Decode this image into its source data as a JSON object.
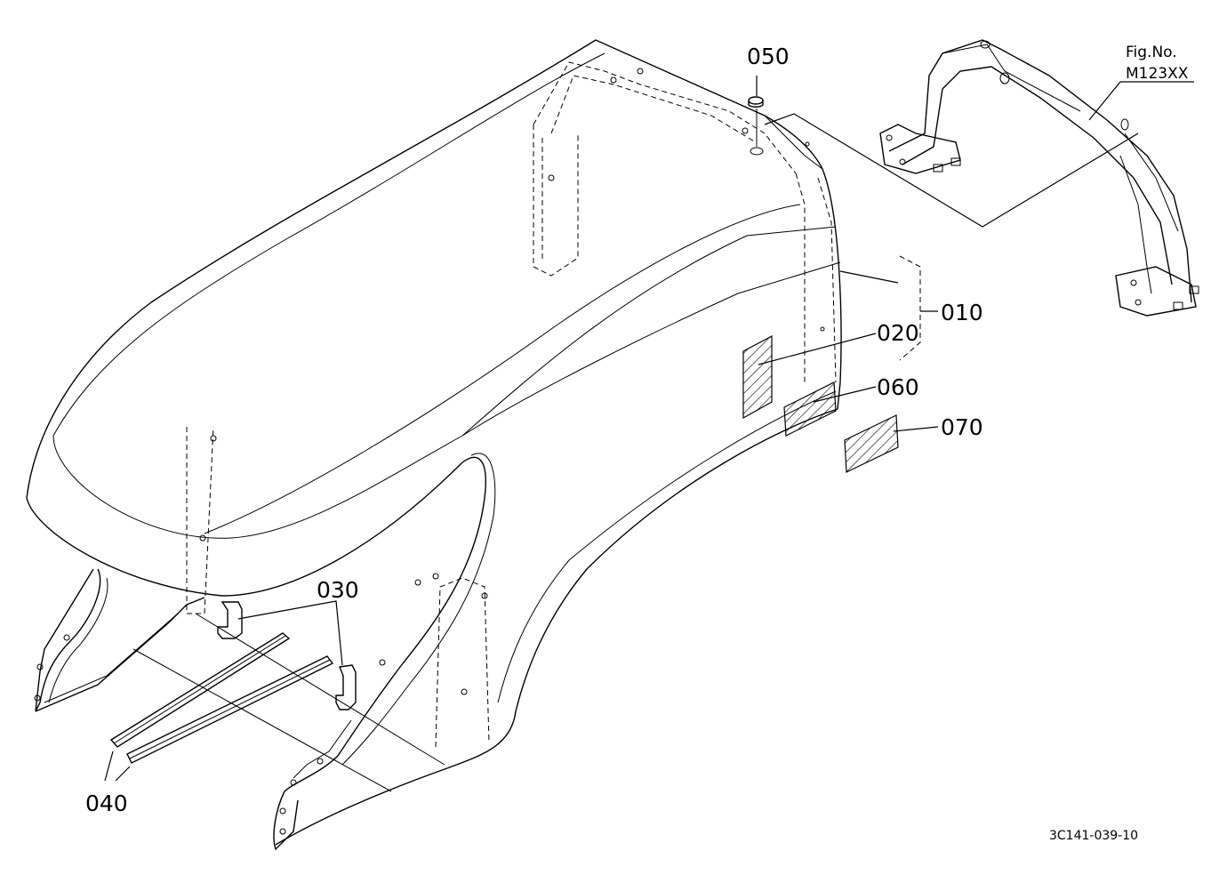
{
  "diagram": {
    "labels": {
      "p010": "010",
      "p020": "020",
      "p030": "030",
      "p040": "040",
      "p050": "050",
      "p060": "060",
      "p070": "070"
    },
    "figure_ref": {
      "line1": "Fig.No.",
      "line2": "M123XX"
    },
    "drawing_code": "3C141-039-10"
  }
}
